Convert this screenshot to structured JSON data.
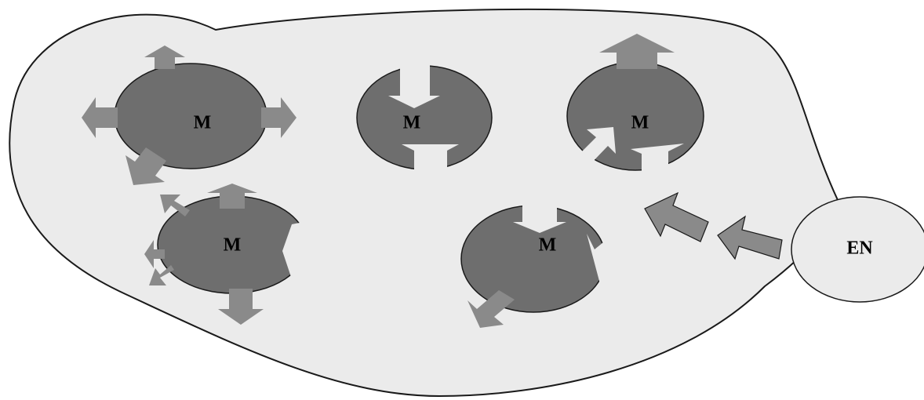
{
  "colors": {
    "background": "#ffffff",
    "region_fill": "#ebebeb",
    "outline": "#1a1a1a",
    "m_fill": "#6e6e6e",
    "arrow_fill": "#8a8a8a",
    "en_fill": "#ebebeb"
  },
  "nodes": [
    {
      "id": "m1",
      "label": "M"
    },
    {
      "id": "m2",
      "label": "M"
    },
    {
      "id": "m3",
      "label": "M"
    },
    {
      "id": "m4",
      "label": "M"
    },
    {
      "id": "m5",
      "label": "M"
    },
    {
      "id": "en",
      "label": "EN"
    }
  ]
}
